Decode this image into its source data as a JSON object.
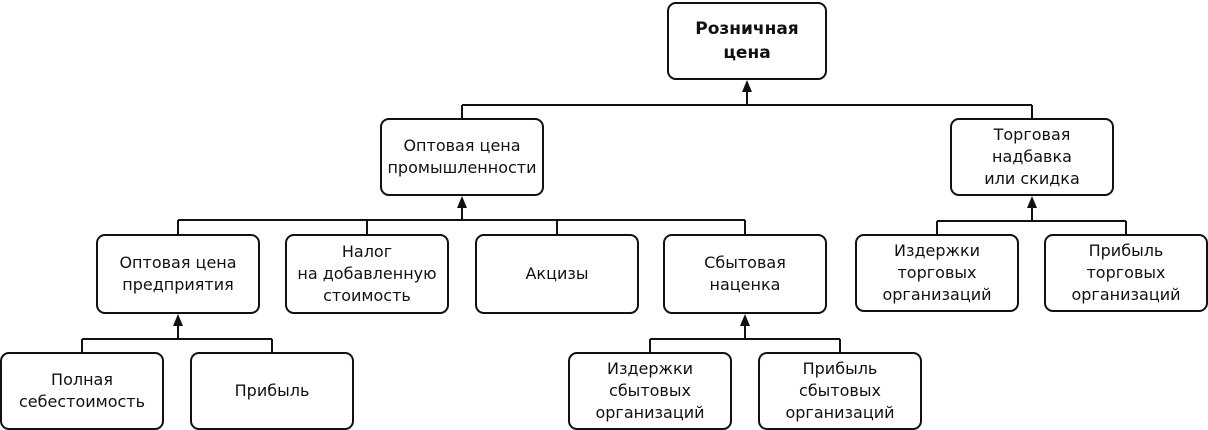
{
  "nodes": {
    "retail_price": "Розничная\nцена",
    "wholesale_industry": "Оптовая цена\nпромышленности",
    "trade_markup": "Торговая\nнадбавка\nили скидка",
    "wholesale_enterprise": "Оптовая цена\nпредприятия",
    "vat": "Налог\nна добавленную\nстоимость",
    "excise": "Акцизы",
    "sales_markup": "Сбытовая\nнаценка",
    "trade_costs": "Издержки\nторговых\nорганизаций",
    "trade_profit": "Прибыль\nторговых\nорганизаций",
    "full_cost": "Полная\nсебестоимость",
    "profit": "Прибыль",
    "sales_costs": "Издержки\nсбытовых\nорганизаций",
    "sales_profit": "Прибыль\nсбытовых\nорганизаций"
  }
}
